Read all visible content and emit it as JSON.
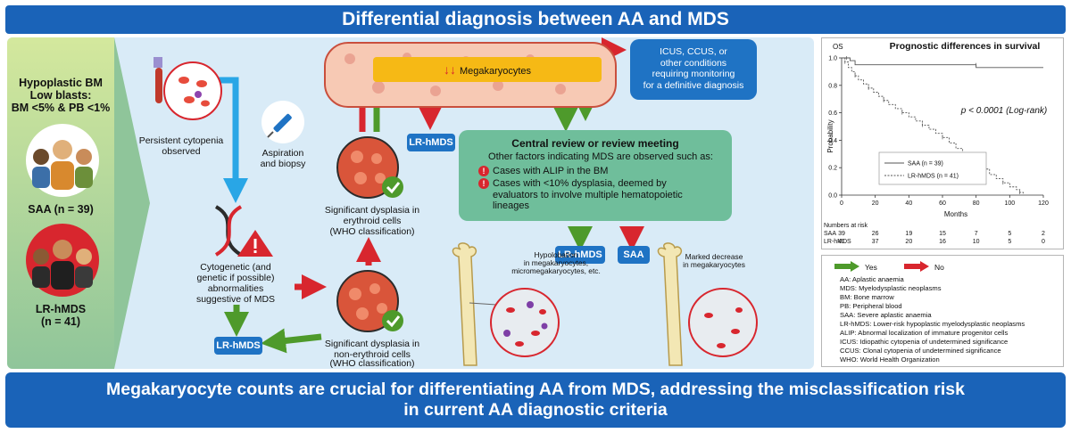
{
  "title": "Differential diagnosis between AA and MDS",
  "left_panel": {
    "criteria_line1": "Hypoplastic BM",
    "criteria_line2": "Low blasts:",
    "criteria_line3": "BM <5% & PB <1%",
    "saa_label": "SAA (n = 39)",
    "lrhmds_line1": "LR-hMDS",
    "lrhmds_line2": "(n = 41)"
  },
  "flow": {
    "persistent_line1": "Persistent cytopenia",
    "persistent_line2": "observed",
    "aspiration_line1": "Aspiration",
    "aspiration_line2": "and biopsy",
    "cyto_line1": "Cytogenetic (and",
    "cyto_line2": "genetic if possible)",
    "cyto_line3": "abnormalities",
    "cyto_line4": "suggestive of MDS",
    "lrhmds_tag": "LR-hMDS",
    "erythroid_line1": "Significant dysplasia in",
    "erythroid_line2": "erythroid cells",
    "erythroid_line3": "(WHO classification)",
    "nonerythroid_line1": "Significant dysplasia in",
    "nonerythroid_line2": "non-erythroid cells",
    "nonerythroid_line3": "(WHO classification)",
    "megakaryocytes_arrows": "↓↓",
    "megakaryocytes_label": "Megakaryocytes",
    "lrhmds_tag_top": "LR-hMDS",
    "icus_line1": "ICUS, CCUS, or",
    "icus_line2": "other conditions",
    "icus_line3": "requiring monitoring",
    "icus_line4": "for a definitive diagnosis",
    "review_title": "Central review or review meeting",
    "review_intro": "Other factors indicating MDS are observed such as:",
    "review_item1": "Cases with ALIP in the BM",
    "review_item2_line1": "Cases with <10% dysplasia, deemed by",
    "review_item2_line2": "evaluators to involve multiple hematopoietic",
    "review_item2_line3": "lineages",
    "warn_glyph": "!",
    "lrhmds_tag_bottom": "LR-hMDS",
    "saa_tag": "SAA",
    "hypo_line1": "Hypolobation",
    "hypo_line2": "in megakaryocytes,",
    "hypo_line3": "micromegakaryocytes, etc.",
    "marked_line1": "Marked decrease",
    "marked_line2": "in megakaryocytes"
  },
  "bottom": {
    "line1": "Megakaryocyte counts are crucial for differentiating AA from MDS, addressing the misclassification risk",
    "line2": "in current AA diagnostic criteria"
  },
  "legend": {
    "yes": "Yes",
    "no": "No",
    "abbreviations": [
      "AA: Aplastic anaemia",
      "MDS: Myelodysplastic neoplasms",
      "BM: Bone marrow",
      "PB: Peripheral blood",
      "SAA: Severe aplastic anaemia",
      "LR-hMDS: Lower-risk hypoplastic myelodysplastic neoplasms",
      "ALIP: Abnormal localization of immature progenitor cells",
      "ICUS: Idiopathic cytopenia of undetermined significance",
      "CCUS: Clonal cytopenia of undetermined significance",
      "WHO: World Health Organization"
    ]
  },
  "colors": {
    "title_blue": "#1a63b8",
    "box_blue": "#1f73c4",
    "panel_bg": "#d9ebf7",
    "review_green": "#6fbe9b",
    "yes_green": "#4e9a2b",
    "no_red": "#d8262e",
    "mk_yellow": "#f6b915"
  },
  "chart_data": {
    "type": "line",
    "title": "Prognostic differences in survival",
    "ylabel": "Probability",
    "xlabel": "Months",
    "y_axis_top_label": "OS",
    "xlim": [
      0,
      120
    ],
    "ylim": [
      0,
      1.0
    ],
    "xticks": [
      0,
      20,
      40,
      60,
      80,
      100,
      120
    ],
    "yticks": [
      0,
      0.2,
      0.4,
      0.6,
      0.8,
      1.0
    ],
    "ytick_labels": [
      "0.0",
      "0.2",
      "0.4",
      "0.6",
      "0.8",
      "1.0"
    ],
    "annotation": "p < 0.0001 (Log-rank)",
    "series": [
      {
        "name": "SAA (n = 39)",
        "style": "solid",
        "x": [
          0,
          3,
          5,
          8,
          80,
          80,
          120
        ],
        "y": [
          1.0,
          1.0,
          0.98,
          0.95,
          0.95,
          0.93,
          0.93
        ]
      },
      {
        "name": "LR-hMDS (n = 41)",
        "style": "dashed",
        "x": [
          0,
          2,
          4,
          6,
          8,
          10,
          13,
          16,
          19,
          22,
          25,
          28,
          32,
          36,
          40,
          44,
          48,
          52,
          56,
          60,
          64,
          68,
          72,
          76,
          80,
          84,
          88,
          92,
          96,
          100,
          104,
          106,
          108
        ],
        "y": [
          1.0,
          0.97,
          0.93,
          0.9,
          0.87,
          0.84,
          0.81,
          0.78,
          0.75,
          0.72,
          0.69,
          0.66,
          0.63,
          0.6,
          0.57,
          0.54,
          0.51,
          0.48,
          0.45,
          0.42,
          0.38,
          0.34,
          0.3,
          0.26,
          0.22,
          0.19,
          0.15,
          0.12,
          0.09,
          0.06,
          0.04,
          0.02,
          0.0
        ]
      }
    ],
    "numbers_at_risk": {
      "label": "Numbers at risk",
      "rows": [
        {
          "name": "SAA",
          "values": [
            39,
            26,
            19,
            15,
            7,
            5,
            2
          ]
        },
        {
          "name": "LR-hMDS",
          "values": [
            41,
            37,
            20,
            16,
            10,
            5,
            0
          ]
        }
      ]
    }
  }
}
